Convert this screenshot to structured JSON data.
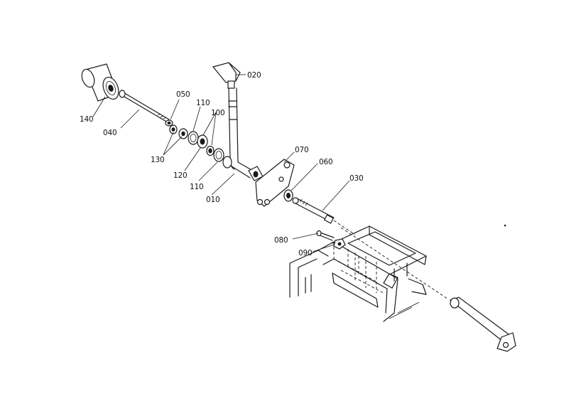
{
  "callouts": {
    "p010": "010",
    "p020": "020",
    "p030": "030",
    "p040": "040",
    "p050": "050",
    "p060": "060",
    "p070": "070",
    "p080": "080",
    "p090": "090",
    "p100": "100",
    "p110a": "110",
    "p110b": "110",
    "p120": "120",
    "p130": "130",
    "p140": "140"
  }
}
